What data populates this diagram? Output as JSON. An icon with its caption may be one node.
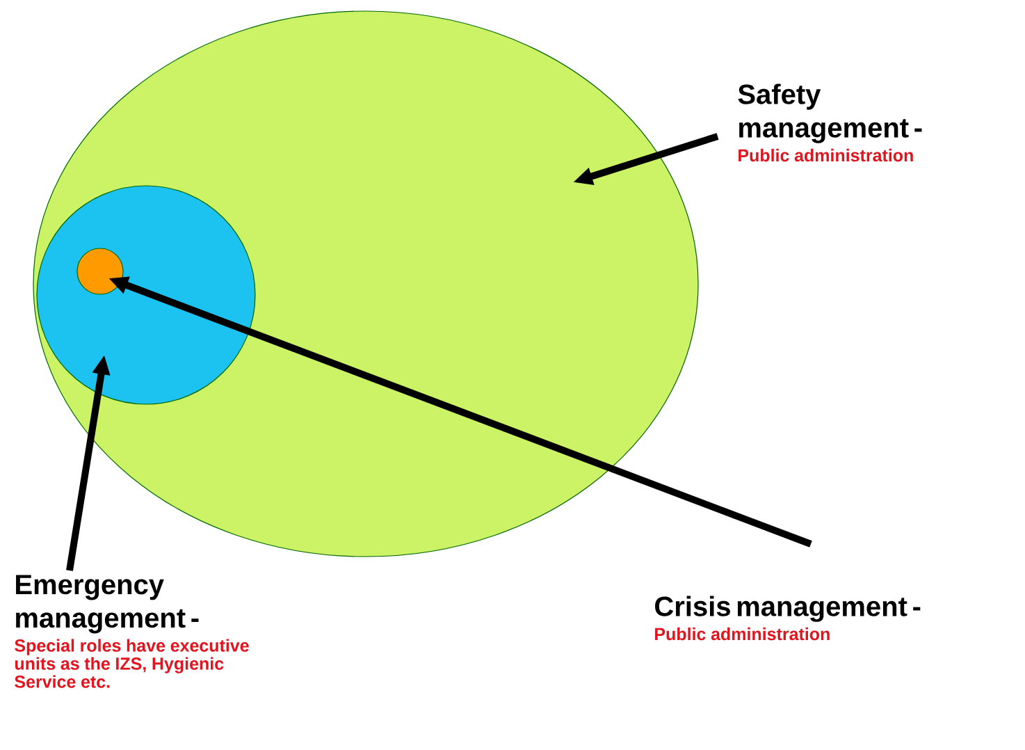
{
  "diagram": {
    "nodes": [
      {
        "text": [],
        "shape": "ellipse"
      },
      {
        "text": [],
        "shape": "circle",
        "in": 0
      },
      {
        "text": [],
        "shape": "circle",
        "in": 1
      },
      {
        "text": [
          "Safety management -",
          "Public administration"
        ]
      },
      {
        "text": [
          "Crisis management -",
          "Public administration"
        ]
      },
      {
        "text": [
          "Emergency management -",
          "Special roles have executive units as the IZS, Hygienic Service etc."
        ]
      }
    ],
    "edges": [
      {
        "from": 3,
        "to": 0,
        "arrow": "to"
      },
      {
        "from": 4,
        "to": 2,
        "arrow": "to"
      },
      {
        "from": 5,
        "to": 1,
        "arrow": "to"
      }
    ]
  }
}
